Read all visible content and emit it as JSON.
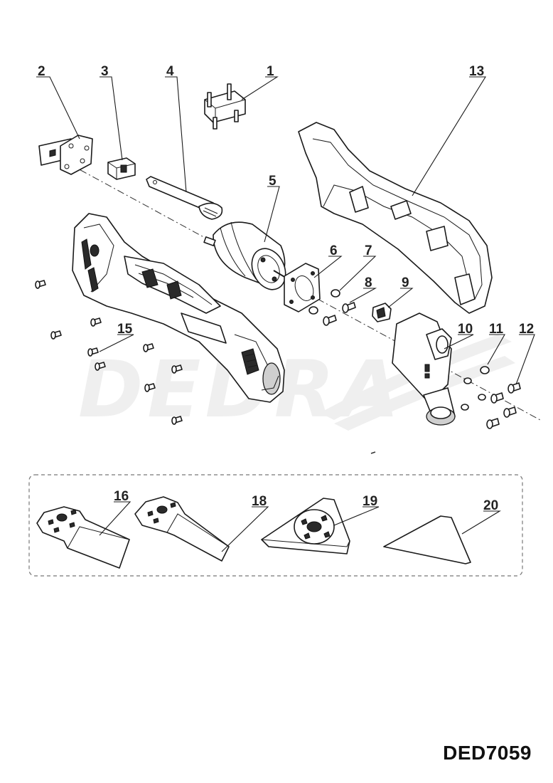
{
  "watermark": "DEDRA",
  "model_code": "DED7059",
  "callouts": [
    "1",
    "2",
    "3",
    "4",
    "5",
    "6",
    "7",
    "8",
    "9",
    "10",
    "11",
    "12",
    "13",
    "15",
    "16",
    "18",
    "19",
    "20"
  ]
}
